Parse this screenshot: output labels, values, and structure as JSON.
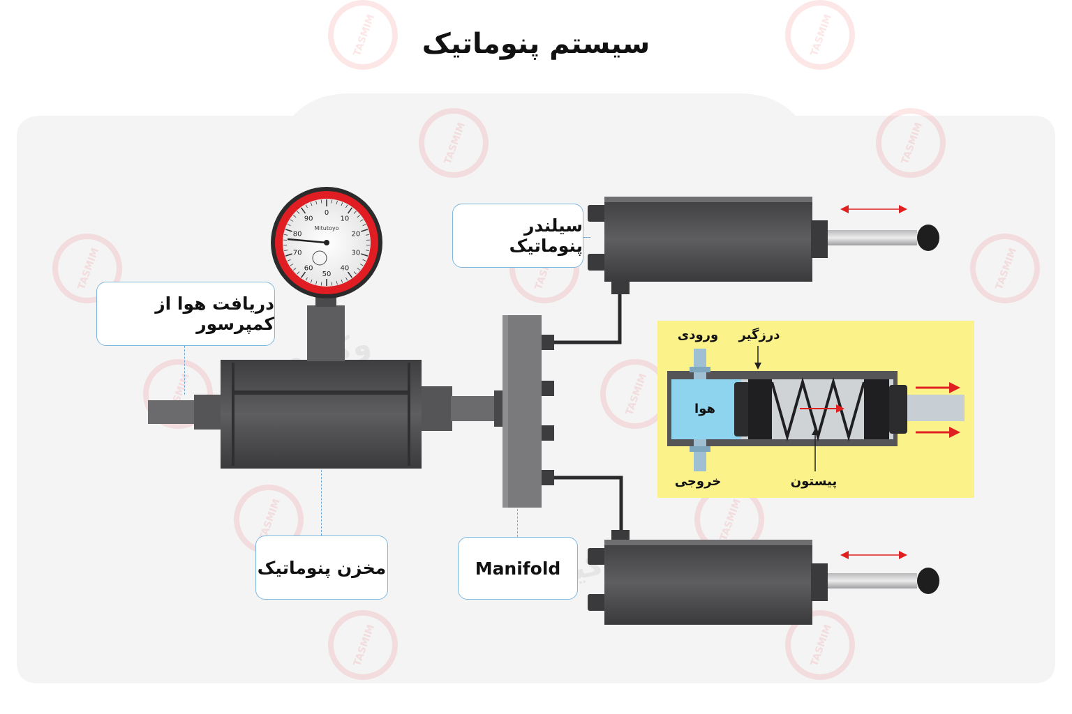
{
  "title": "سیستم پنوماتیک",
  "labels": {
    "compressor_intake": "دریافت هوا از کمپرسور",
    "tank": "مخزن پنوماتیک",
    "manifold": "Manifold",
    "cylinder": "سیلندر پنوماتیک"
  },
  "gauge": {
    "scale": [
      "0",
      "10",
      "20",
      "30",
      "40",
      "50",
      "60",
      "70",
      "80",
      "90"
    ],
    "brand": "Mitutoyo"
  },
  "detail": {
    "inlet": "ورودی",
    "seal": "درزگیر",
    "air": "هوا",
    "outlet": "خروجی",
    "piston": "پیستون"
  },
  "watermark": {
    "text": "وکیوم",
    "logo_text": "TASMIM",
    "color": "#e84a4a"
  },
  "colors": {
    "panel": "#f4f4f5",
    "component_dark": "#4a4a4c",
    "component_mid": "#6b6b6e",
    "gauge_ring": "#e11d24",
    "detail_bg": "#fbf38a",
    "air": "#8fd4ee",
    "arrow": "#e02020",
    "accent_line": "#7fb8de"
  }
}
